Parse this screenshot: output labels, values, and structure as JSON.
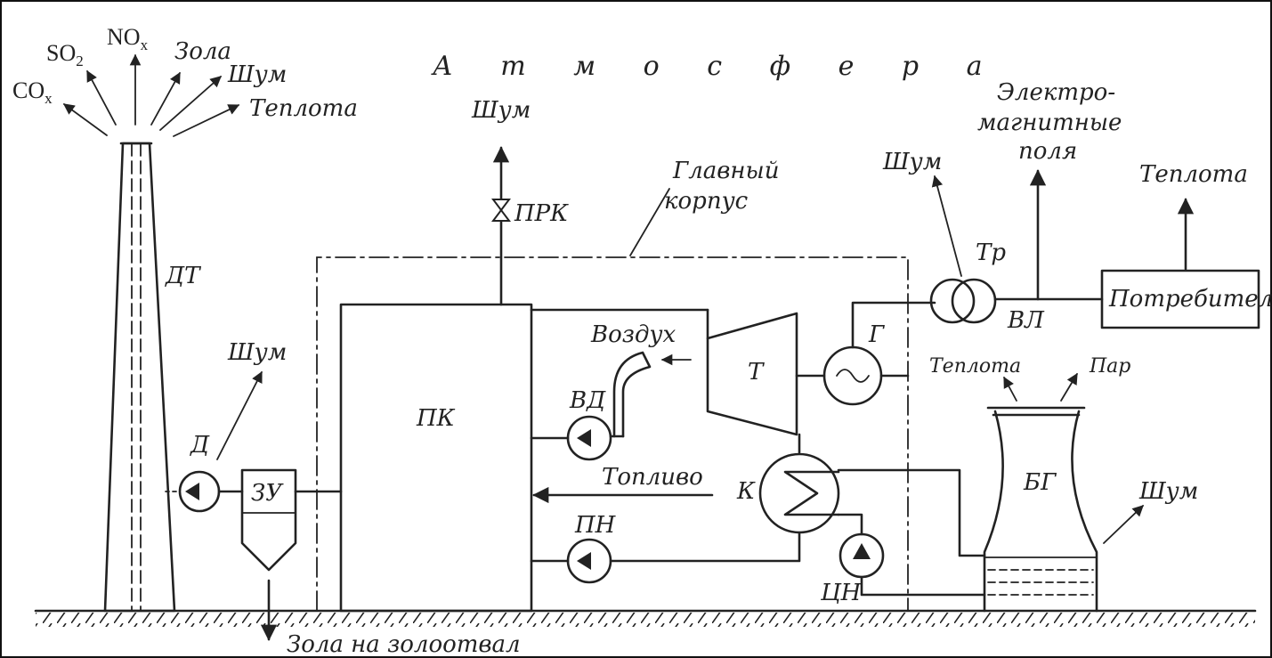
{
  "stack": {
    "label": "ДТ",
    "emissions": {
      "co": "CO",
      "co_sub": "x",
      "so": "SO",
      "so_sub": "2",
      "no": "NO",
      "no_sub": "x",
      "ash": "Зола",
      "noise": "Шум",
      "heat": "Теплота"
    }
  },
  "atmosphere": "А т м о с ф е р а",
  "valve": {
    "label": "ПРК",
    "noise": "Шум"
  },
  "main_building": {
    "line1": "Главный",
    "line2": "корпус"
  },
  "boiler": "ПК",
  "air": "Воздух",
  "blower_fan": "ВД",
  "fuel": "Топливо",
  "feed_pump": "ПН",
  "turbine": "Т",
  "condenser": "К",
  "circ_pump": "ЦН",
  "generator": "Г",
  "transformer": {
    "label": "Тр",
    "noise": "Шум"
  },
  "power_line": "ВЛ",
  "emf": {
    "line1": "Электро-",
    "line2": "магнитные",
    "line3": "поля"
  },
  "consumers": {
    "label": "Потребители",
    "heat": "Теплота"
  },
  "cooling_tower": {
    "label": "БГ",
    "heat": "Теплота",
    "steam": "Пар",
    "noise": "Шум"
  },
  "exhauster": {
    "label": "Д",
    "noise": "Шум"
  },
  "ash_collector": "ЗУ",
  "ash_dump": "Зола на золоотвал"
}
